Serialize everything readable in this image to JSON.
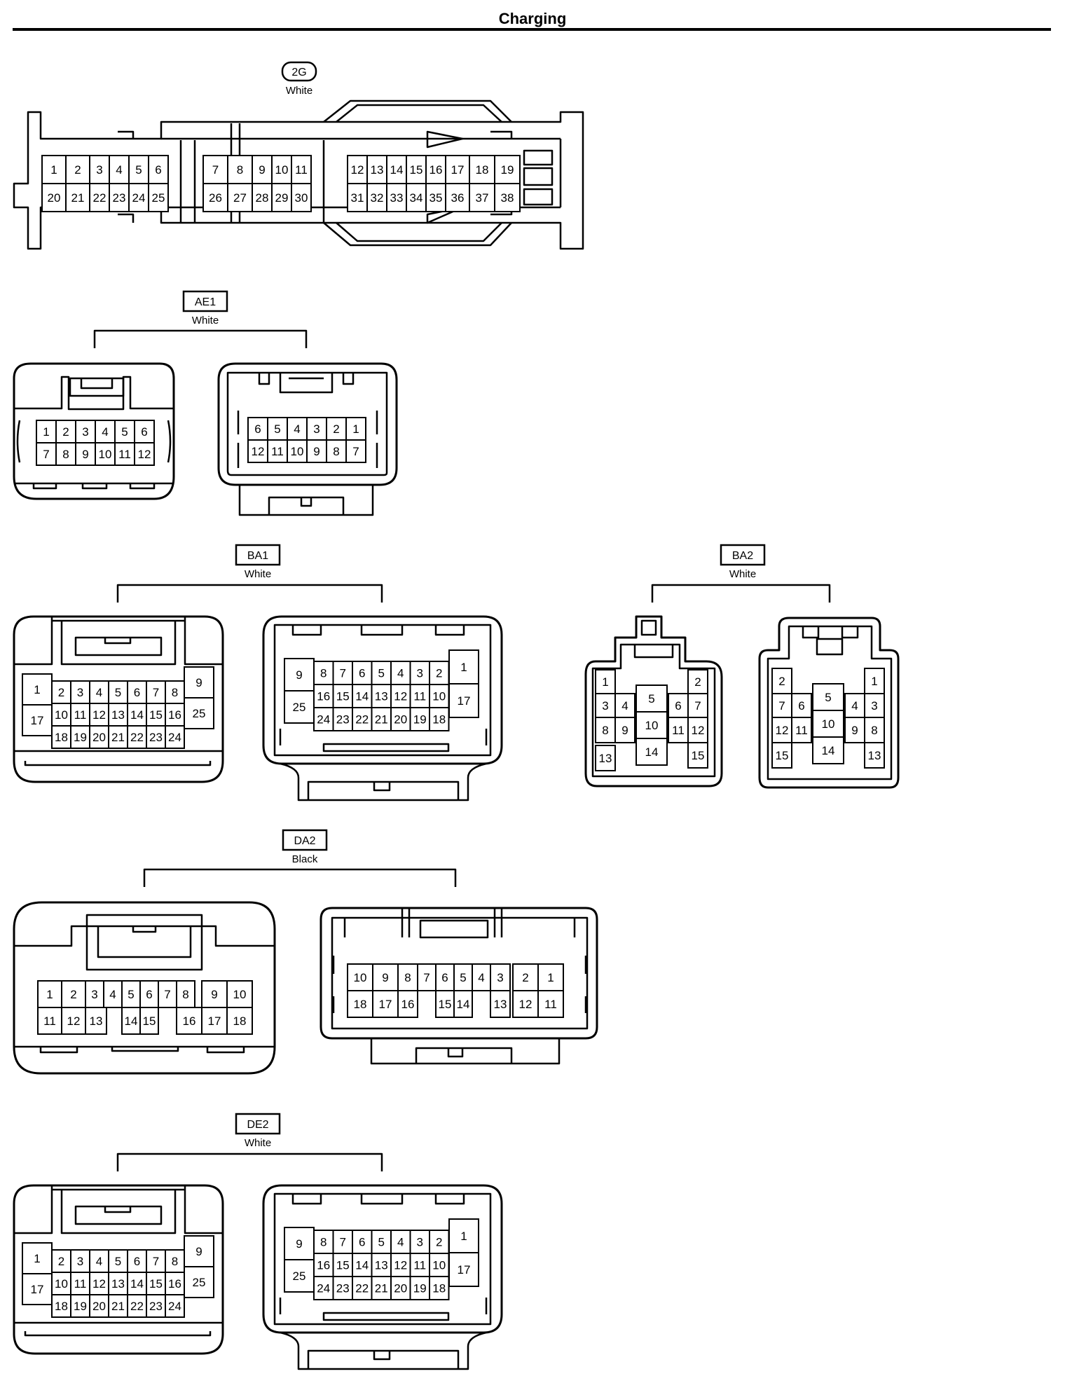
{
  "page": {
    "title": "Charging"
  },
  "connectors": {
    "c2G": {
      "code": "2G",
      "color": "White",
      "top": [
        "1",
        "2",
        "3",
        "4",
        "5",
        "6",
        "7",
        "8",
        "9",
        "10",
        "11",
        "12",
        "13",
        "14",
        "15",
        "16",
        "17",
        "18",
        "19"
      ],
      "bottom": [
        "20",
        "21",
        "22",
        "23",
        "24",
        "25",
        "26",
        "27",
        "28",
        "29",
        "30",
        "31",
        "32",
        "33",
        "34",
        "35",
        "36",
        "37",
        "38"
      ]
    },
    "AE1": {
      "code": "AE1",
      "color": "White",
      "left": {
        "top": [
          "1",
          "2",
          "3",
          "4",
          "5",
          "6"
        ],
        "bottom": [
          "7",
          "8",
          "9",
          "10",
          "11",
          "12"
        ]
      },
      "right": {
        "top": [
          "6",
          "5",
          "4",
          "3",
          "2",
          "1"
        ],
        "bottom": [
          "12",
          "11",
          "10",
          "9",
          "8",
          "7"
        ]
      }
    },
    "BA1": {
      "code": "BA1",
      "color": "White",
      "left": {
        "side_left": [
          "1",
          "17"
        ],
        "row1": [
          "2",
          "3",
          "4",
          "5",
          "6",
          "7",
          "8"
        ],
        "row2": [
          "10",
          "11",
          "12",
          "13",
          "14",
          "15",
          "16"
        ],
        "row3": [
          "18",
          "19",
          "20",
          "21",
          "22",
          "23",
          "24"
        ],
        "side_right": [
          "9",
          "25"
        ]
      },
      "right": {
        "side_left": [
          "9",
          "25"
        ],
        "row1": [
          "8",
          "7",
          "6",
          "5",
          "4",
          "3",
          "2"
        ],
        "row2": [
          "16",
          "15",
          "14",
          "13",
          "12",
          "11",
          "10"
        ],
        "row3": [
          "24",
          "23",
          "22",
          "21",
          "20",
          "19",
          "18"
        ],
        "side_right": [
          "1",
          "17"
        ]
      }
    },
    "BA2": {
      "code": "BA2",
      "color": "White",
      "left": {
        "outer_left": [
          "1",
          "8",
          "13"
        ],
        "inner_left": [
          "3",
          "4",
          "9"
        ],
        "center": [
          "5",
          "10",
          "14"
        ],
        "inner_right": [
          "6",
          "7",
          "11",
          "12"
        ],
        "outer_right": [
          "2",
          "15"
        ]
      },
      "right": {
        "outer_left": [
          "2",
          "12",
          "15"
        ],
        "inner_left": [
          "7",
          "6",
          "11"
        ],
        "center": [
          "5",
          "10",
          "14"
        ],
        "inner_right": [
          "4",
          "3",
          "9",
          "8"
        ],
        "outer_right": [
          "1",
          "13"
        ]
      }
    },
    "DA2": {
      "code": "DA2",
      "color": "Black",
      "left": {
        "top": [
          "1",
          "2",
          "3",
          "4",
          "5",
          "6",
          "7",
          "8",
          "9",
          "10"
        ],
        "bottom": [
          "11",
          "12",
          "13",
          "14",
          "15",
          "16",
          "17",
          "18"
        ]
      },
      "right": {
        "top": [
          "10",
          "9",
          "8",
          "7",
          "6",
          "5",
          "4",
          "3",
          "2",
          "1"
        ],
        "bottom": [
          "18",
          "17",
          "16",
          "15",
          "14",
          "13",
          "12",
          "11"
        ]
      }
    },
    "DE2": {
      "code": "DE2",
      "color": "White",
      "left": {
        "side_left": [
          "1",
          "17"
        ],
        "row1": [
          "2",
          "3",
          "4",
          "5",
          "6",
          "7",
          "8"
        ],
        "row2": [
          "10",
          "11",
          "12",
          "13",
          "14",
          "15",
          "16"
        ],
        "row3": [
          "18",
          "19",
          "20",
          "21",
          "22",
          "23",
          "24"
        ],
        "side_right": [
          "9",
          "25"
        ]
      },
      "right": {
        "side_left": [
          "9",
          "25"
        ],
        "row1": [
          "8",
          "7",
          "6",
          "5",
          "4",
          "3",
          "2"
        ],
        "row2": [
          "16",
          "15",
          "14",
          "13",
          "12",
          "11",
          "10"
        ],
        "row3": [
          "24",
          "23",
          "22",
          "21",
          "20",
          "19",
          "18"
        ],
        "side_right": [
          "1",
          "17"
        ]
      }
    }
  }
}
